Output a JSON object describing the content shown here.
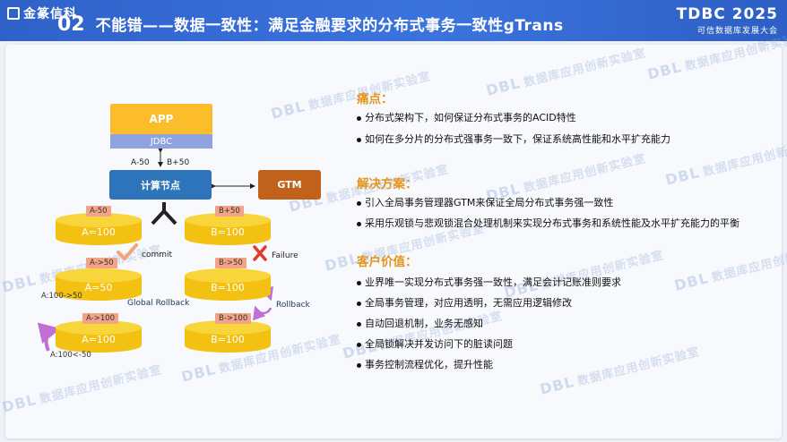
{
  "header": {
    "logo": "金篆信科",
    "number": "02",
    "title": "不能错——数据一致性：满足金融要求的分布式事务一致性gTrans",
    "event_name": "TDBC 2025",
    "event_sub": "可信数据库发展大会",
    "background": "#3169d2"
  },
  "watermark": {
    "brand": "DBL",
    "text": "数据库应用创新实验室"
  },
  "diagram": {
    "app": "APP",
    "jdbc": "JDBC",
    "link_left": "A-50",
    "link_right": "B+50",
    "compute": "计算节点",
    "gtm": "GTM",
    "a_disk": {
      "tag1": "A-50",
      "val1": "A=100",
      "tag2": "A->50",
      "val2": "A=50",
      "tag3": "A->100",
      "val3": "A=100"
    },
    "b_disk": {
      "tag1": "B+50",
      "val1": "B=100",
      "tag2": "B->50",
      "val2": "B=100",
      "tag3": "B->100",
      "val3": "B=100"
    },
    "commit": "commit",
    "failure": "Failure",
    "a_change1": "A:100->50",
    "global_rollback": "Global Rollback",
    "rollback": "Rollback",
    "a_change2": "A:100<-50",
    "colors": {
      "app": "#fbbd2b",
      "jdbc": "#8ea3df",
      "compute": "#2e74bb",
      "gtm": "#c0621b",
      "disk": "#f3c112",
      "tag": "#f3a487"
    }
  },
  "panel": {
    "pain": {
      "title": "痛点：",
      "items": [
        "分布式架构下，如何保证分布式事务的ACID特性",
        "如何在多分片的分布式强事务一致下，保证系统高性能和水平扩充能力"
      ]
    },
    "solution": {
      "title": "解决方案：",
      "items": [
        "引入全局事务管理器GTM来保证全局分布式事务强一致性",
        "采用乐观锁与悲观锁混合处理机制来实现分布式事务和系统性能及水平扩充能力的平衡"
      ]
    },
    "value": {
      "title": "客户价值：",
      "items": [
        "业界唯一实现分布式事务强一致性，满足会计记账准则要求",
        "全局事务管理，对应用透明，无需应用逻辑修改",
        "自动回退机制，业务无感知",
        "全局锁解决并发访问下的脏读问题",
        "事务控制流程优化，提升性能"
      ]
    },
    "title_color": "#e5931b"
  }
}
